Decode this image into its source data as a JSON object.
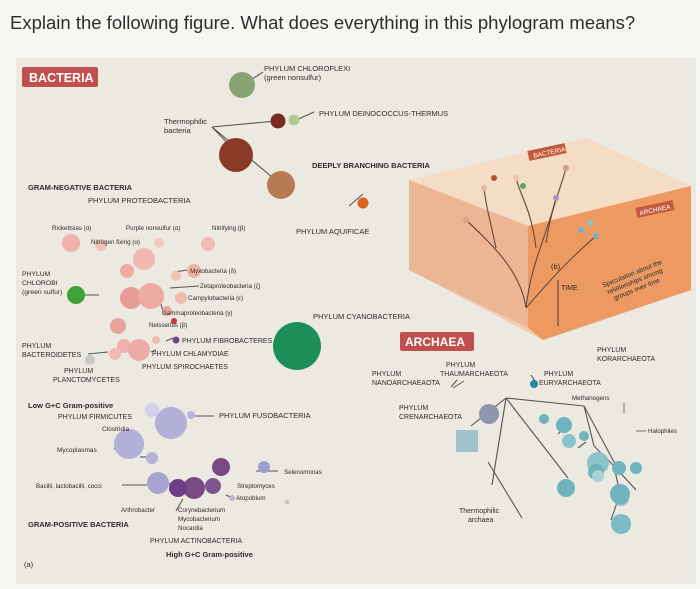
{
  "question": "Explain the following figure. What does everything in this phylogram means?",
  "bacteria": {
    "title": "BACTERIA",
    "chloroflexi": [
      "PHYLUM CHLOROFLEXI",
      "(green nonsulfur)"
    ],
    "thermophilic": [
      "Thermophilic",
      "bacteria"
    ],
    "deinococcus": "PHYLUM DEINOCOCCUS-THERMUS",
    "deeply_branching": "DEEPLY BRANCHING BACTERIA",
    "gram_negative": "GRAM-NEGATIVE BACTERIA",
    "proteobacteria": "PHYLUM PROTEOBACTERIA",
    "rickettsias": "Rickettsias (α)",
    "purple_nonsulfur": "Purple nonsulfur (α)",
    "nitrifying": "Nitrifying (β)",
    "nitrogen_fixing": "Nitrogen fixing (α)",
    "aquificae": "PHYLUM AQUIFICAE",
    "myxobacteria": "Myxobacteria (δ)",
    "zetaproteobacteria": "Zetaproteobacteria (ζ)",
    "campylobacteria": "Campylobacteria (ε)",
    "gammaproteobacteria": "Gammaproteobacteria (γ)",
    "neisserias": "Neisserias (β)",
    "chlorobi": [
      "PHYLUM",
      "CHLOROBI",
      "(green sulfur)"
    ],
    "cyanobacteria": "PHYLUM CYANOBACTERIA",
    "fibrobacteres": "PHYLUM FIBROBACTERES",
    "chlamydiae": "PHYLUM CHLAMYDIAE",
    "spirochaetes": "PHYLUM SPIROCHAETES",
    "bacteroidetes": [
      "PHYLUM",
      "BACTEROIDETES"
    ],
    "planctomycetes": [
      "PHYLUM",
      "PLANCTOMYCETES"
    ],
    "low_gc": "Low G+C Gram-positive",
    "firmicutes": "PHYLUM FIRMICUTES",
    "clostridia": "Clostridia",
    "fusobacteria": "PHYLUM FUSOBACTERIA",
    "mycoplasmas": "Mycoplasmas",
    "selenomonas": "Selenomonas",
    "bacilli": "Bacilli, lactobacilli, cocci",
    "streptomyces": "Streptomyces",
    "atopobium": "Atopobium",
    "arthrobacter": "Arthrobacter",
    "corynebacterium": "Corynebacterium",
    "mycobacterium": "Mycobacterium",
    "nocardia": "Nocardia",
    "gram_positive": "GRAM-POSITIVE BACTERIA",
    "actinobacteria": "PHYLUM ACTINOBACTERIA",
    "high_gc": "High G+C Gram-positive",
    "panel_a": "(a)"
  },
  "archaea": {
    "title": "ARCHAEA",
    "thaumarchaeota": [
      "PHYLUM",
      "THAUMARCHAEOTA"
    ],
    "nanoarchaeaota": [
      "PHYLUM",
      "NANOARCHAEAOTA"
    ],
    "korarchaeota": [
      "PHYLUM",
      "KORARCHAEOTA"
    ],
    "euryarchaeota": [
      "PHYLUM",
      "EURYARCHAEOTA"
    ],
    "crenarchaeota": [
      "PHYLUM",
      "CRENARCHAEOTA"
    ],
    "methanogens": "Methanogens",
    "halophiles": "Halophiles",
    "thermophilic": [
      "Thermophilic",
      "archaea"
    ]
  },
  "panel_b": {
    "label": "(b)",
    "time": "TIME",
    "speculation": [
      "Speculation about the",
      "relationships among",
      "groups over time"
    ],
    "box_top_label": "BACTERIA",
    "box_side_label": "ARCHAEA"
  },
  "colors": {
    "bacteria_badge": "#c0504d",
    "archaea_badge": "#c0504d",
    "deinococcus": "#7a2a20",
    "thermophilic": "#8a3a26",
    "chloroflexi": "#8aa374",
    "chlorobi": "#3ea23a",
    "cyanobacteria": "#1c8e5a",
    "proteobacteria": "#f0b2ae",
    "firmicutes": "#b3b0d8",
    "actinobacteria": "#7a4a86",
    "archaea": "#6fb3be"
  }
}
